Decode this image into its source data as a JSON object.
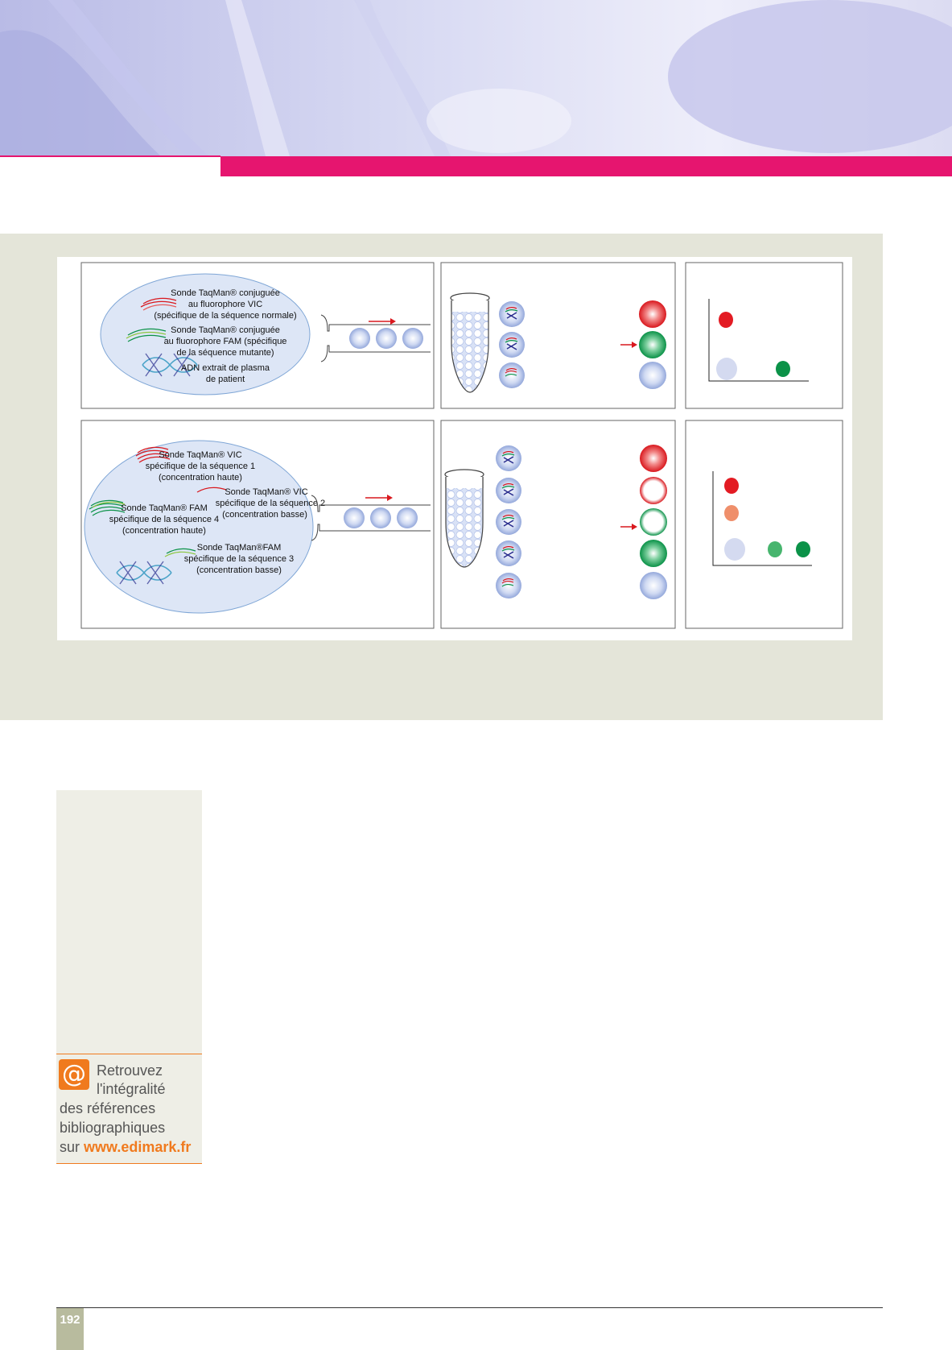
{
  "page": {
    "number": "192"
  },
  "colors": {
    "accent_pink": "#e6156f",
    "accent_orange": "#f07a1e",
    "panel_bg": "#e4e5d9",
    "sidebar_bg": "#eeeee6"
  },
  "figure": {
    "top": {
      "labels": {
        "vic_line1": "Sonde TaqMan® conjuguée",
        "vic_line2": "au fluorophore VIC",
        "vic_line3": "(spécifique de la séquence normale)",
        "fam_line1": "Sonde TaqMan® conjuguée",
        "fam_line2": "au fluorophore FAM (spécifique",
        "fam_line3": "de la séquence mutante)",
        "dna_line1": "ADN extrait de plasma",
        "dna_line2": "de patient"
      }
    },
    "bottom": {
      "labels": {
        "vic1_line1": "Sonde TaqMan® VIC",
        "vic1_line2": "spécifique de la séquence 1",
        "vic1_line3": "(concentration haute)",
        "vic2_line1": "Sonde TaqMan® VIC",
        "vic2_line2": "spécifique de la séquence 2",
        "vic2_line3": "(concentration basse)",
        "fam4_line1": "Sonde TaqMan® FAM",
        "fam4_line2": "spécifique de la séquence 4",
        "fam4_line3": "(concentration haute)",
        "fam3_line1": "Sonde TaqMan®FAM",
        "fam3_line2": "spécifique de la séquence 3",
        "fam3_line3": "(concentration basse)"
      }
    }
  },
  "sidebar": {
    "line1": "Retrouvez",
    "line2": "l'intégralité",
    "line3": "des références",
    "line4": "bibliographiques",
    "line5_prefix": "sur ",
    "url": "www.edimark.fr"
  }
}
